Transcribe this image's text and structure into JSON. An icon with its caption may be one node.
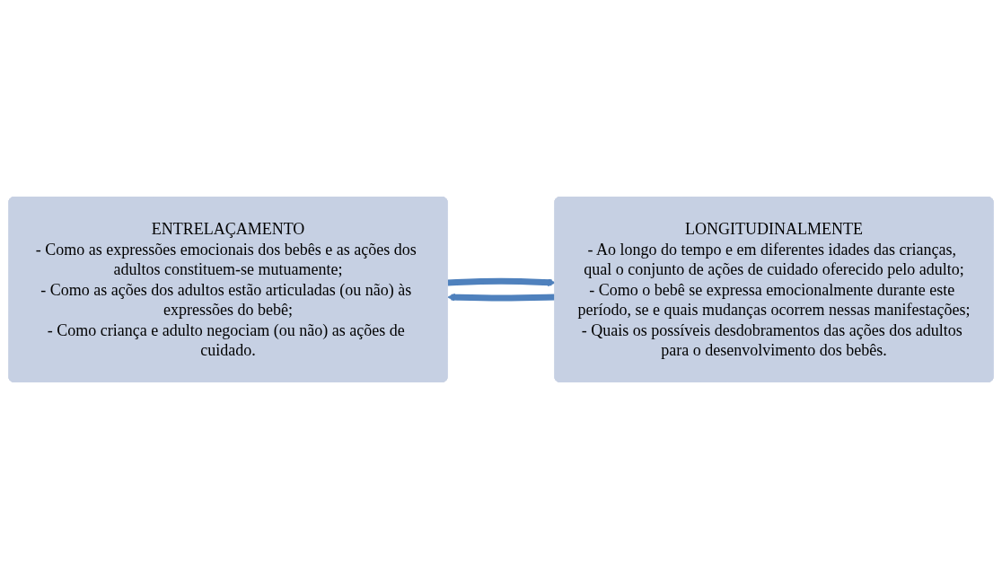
{
  "diagram": {
    "nodes": [
      {
        "text": [
          "ENTRELAÇAMENTO",
          "- Como as expressões emocionais dos bebês e as ações dos adultos constituem-se mutuamente;",
          "- Como as ações dos adultos estão articuladas (ou não) às expressões do bebê;",
          "- Como criança e adulto negociam (ou não) as ações de cuidado."
        ]
      },
      {
        "text": [
          "LONGITUDINALMENTE",
          "- Ao longo do tempo e em diferentes idades das crianças, qual o conjunto de ações de cuidado oferecido pelo adulto;",
          "- Como o bebê se expressa emocionalmente durante este período, se e quais mudanças ocorrem nessas manifestações;",
          "- Quais os possíveis desdobramentos das ações dos adultos para o desenvolvimento dos bebês."
        ]
      }
    ],
    "edges": [
      {
        "from": 0,
        "to": 1,
        "arrow": "to"
      },
      {
        "from": 1,
        "to": 0,
        "arrow": "to"
      }
    ]
  }
}
